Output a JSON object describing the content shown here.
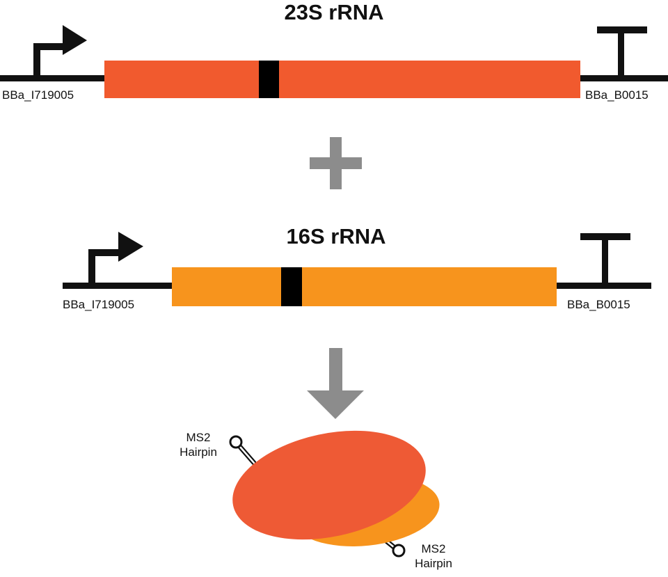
{
  "construct_23s": {
    "title": "23S rRNA",
    "promoter_label": "BBa_I719005",
    "terminator_label": "BBa_B0015",
    "gene_color": "#F15A2E"
  },
  "plus_symbol": "+",
  "construct_16s": {
    "title": "16S rRNA",
    "promoter_label": "BBa_I719005",
    "terminator_label": "BBa_B0015",
    "gene_color": "#F7941D"
  },
  "ribosome": {
    "large_subunit_color": "#EE5A35",
    "small_subunit_color": "#F7941D",
    "hairpin_top_label": "MS2\nHairpin",
    "hairpin_bottom_label": "MS2\nHairpin"
  },
  "colors": {
    "dna_line": "#111111",
    "insert_mark": "#000000",
    "arrow_gray": "#8C8C8C"
  }
}
